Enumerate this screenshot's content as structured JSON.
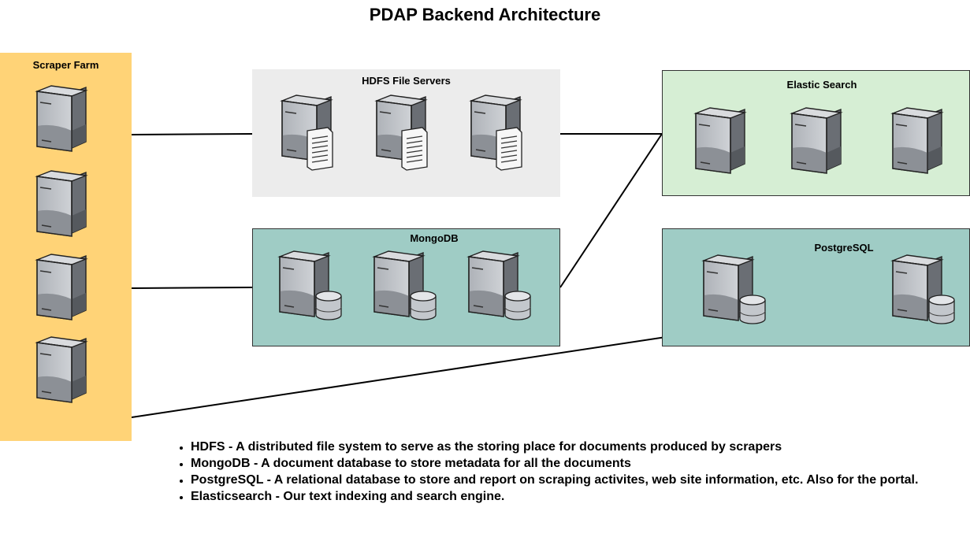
{
  "title": "PDAP Backend Architecture",
  "groups": {
    "scraper_farm": {
      "label": "Scraper Farm",
      "color": "#ffd377"
    },
    "hdfs": {
      "label": "HDFS File Servers",
      "color": "#ececec"
    },
    "mongodb": {
      "label": "MongoDB",
      "color": "#9fccc5"
    },
    "elastic": {
      "label": "Elastic Search",
      "color": "#d6eed4"
    },
    "postgres": {
      "label": "PostgreSQL",
      "color": "#9fccc5"
    }
  },
  "icons": {
    "plain_server": "server-icon",
    "file_server": "file-server-icon",
    "db_server": "database-server-icon"
  },
  "notes": [
    "HDFS - A distributed file system to serve as the storing place for documents produced by scrapers",
    "MongoDB - A document database to store metadata for all the documents",
    "PostgreSQL - A relational database to store and report on scraping activites, web site information, etc.  Also for the portal.",
    "Elasticsearch - Our text indexing and search engine."
  ]
}
